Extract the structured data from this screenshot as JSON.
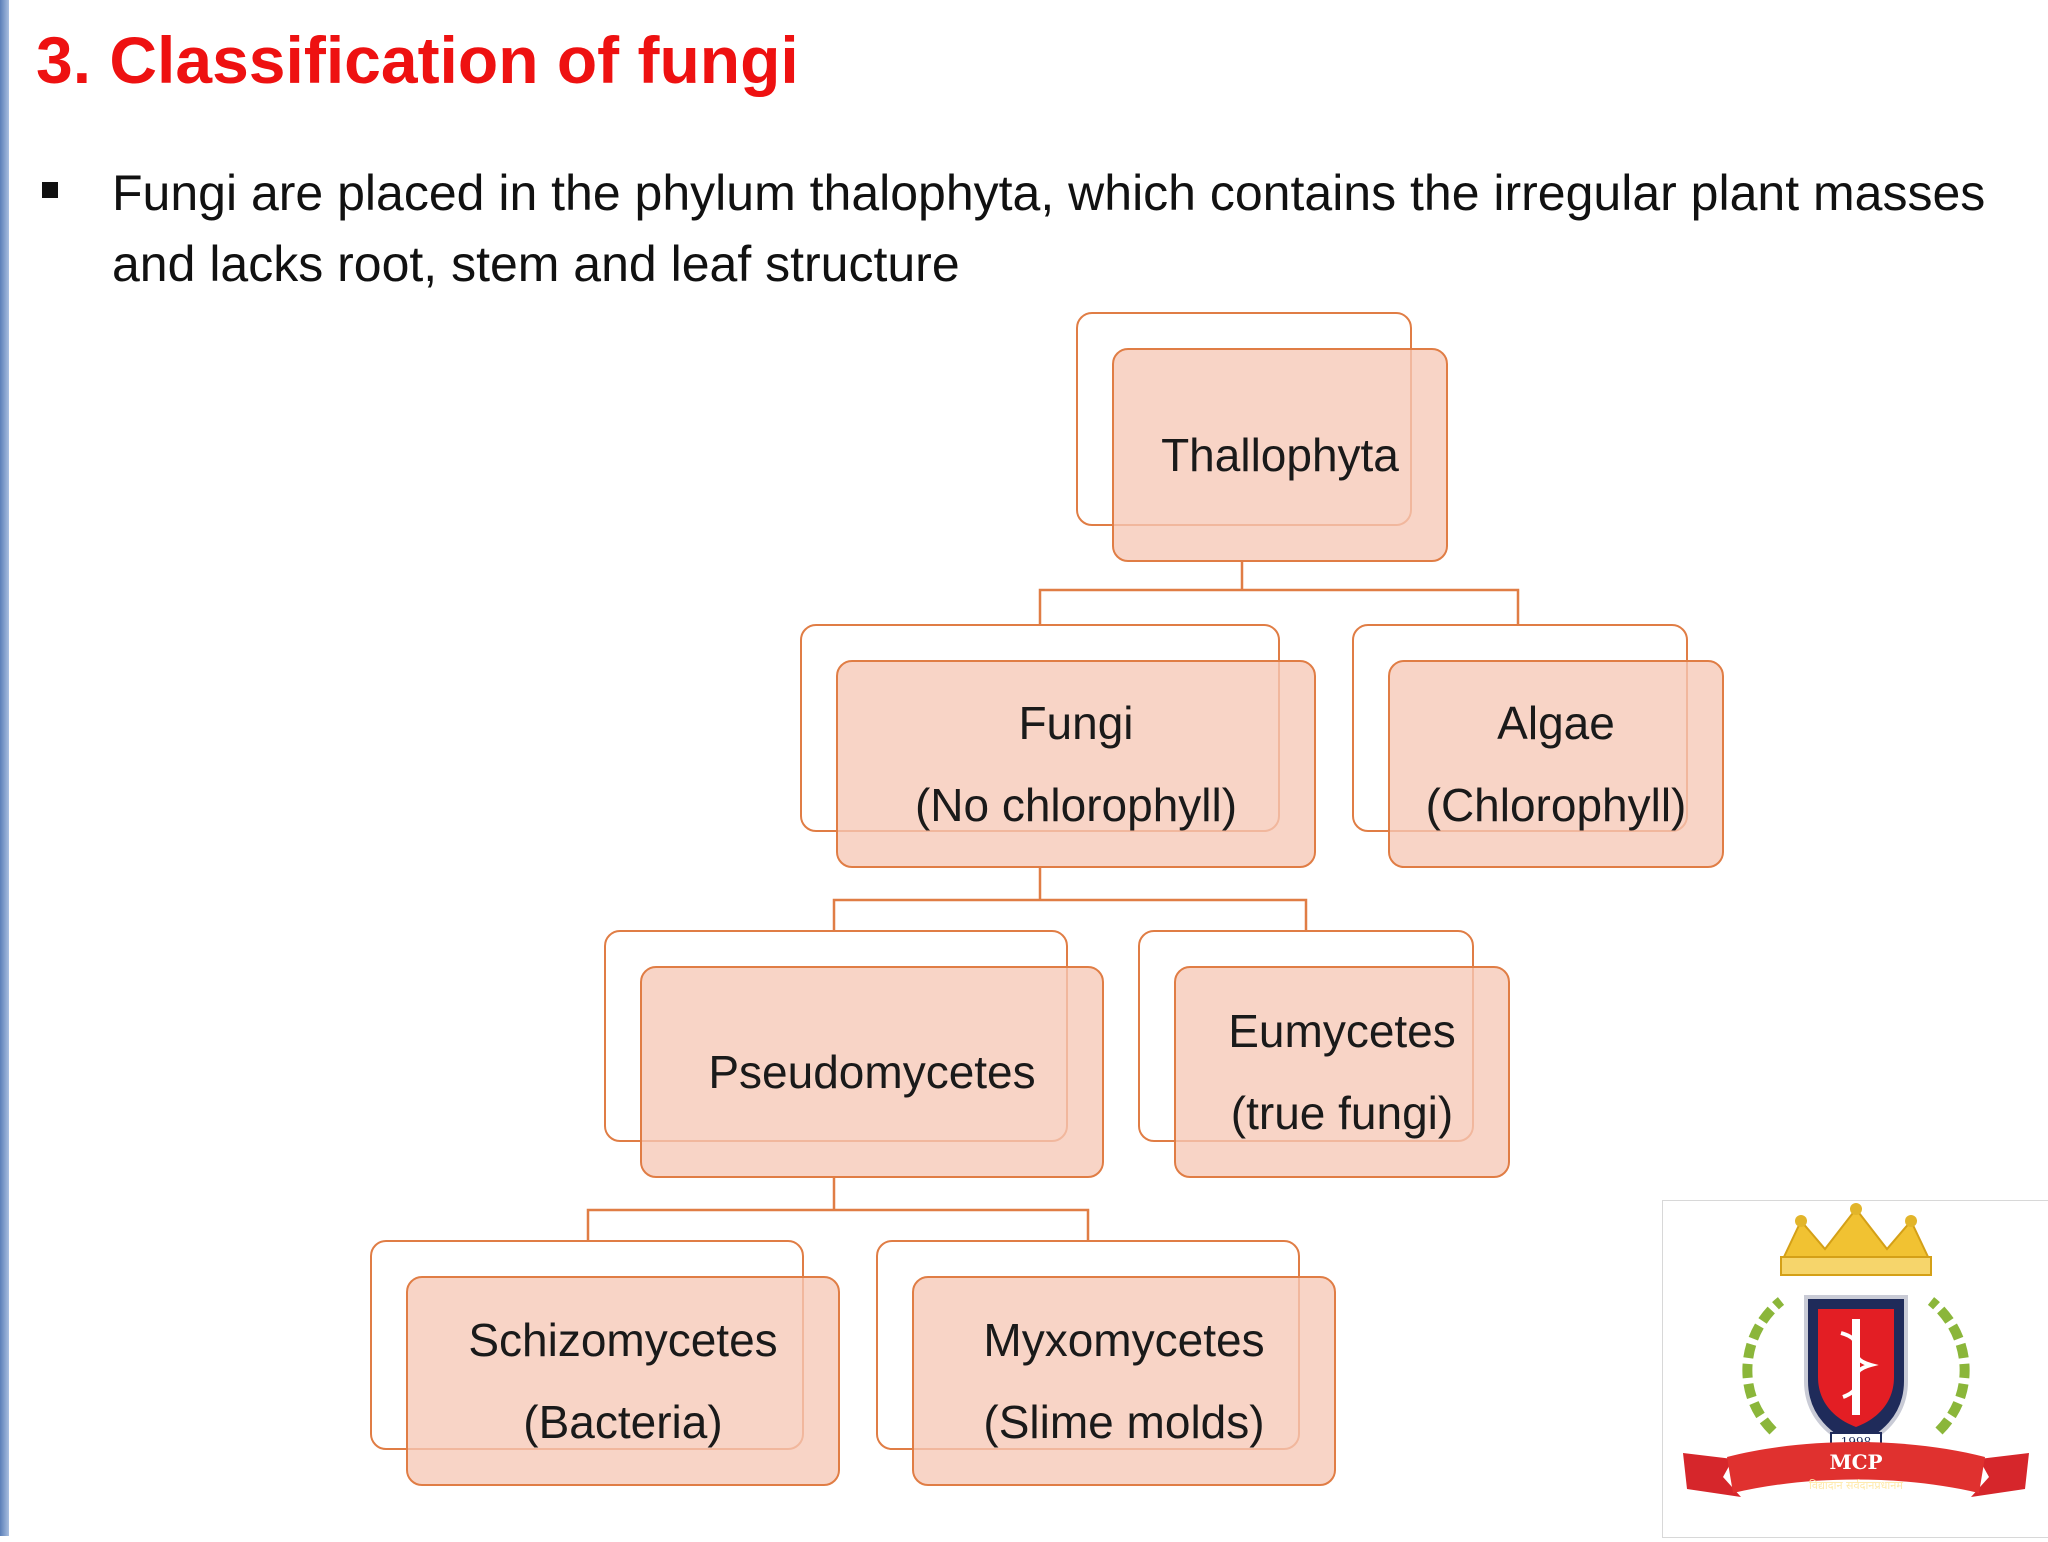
{
  "slide": {
    "title": "3. Classification of fungi",
    "bullet": "Fungi are placed in the phylum thalophyta, which contains the irregular plant masses and lacks root, stem and leaf structure"
  },
  "diagram": {
    "root": {
      "line1": "Thallophyta"
    },
    "fungi": {
      "line1": "Fungi",
      "line2": "(No chlorophyll)"
    },
    "algae": {
      "line1": "Algae",
      "line2": "(Chlorophyll)"
    },
    "pseudomycetes": {
      "line1": "Pseudomycetes"
    },
    "eumycetes": {
      "line1": "Eumycetes",
      "line2": "(true fungi)"
    },
    "schizomycetes": {
      "line1": "Schizomycetes",
      "line2": "(Bacteria)"
    },
    "myxomycetes": {
      "line1": "Myxomycetes",
      "line2": "(Slime molds)"
    },
    "colors": {
      "border": "#e07d45",
      "fill": "#f6c8b6",
      "title": "#ee1111"
    }
  },
  "logo": {
    "year": "1998",
    "initials": "MCP",
    "motto": "विद्यादान सर्वदानप्रधानम"
  }
}
